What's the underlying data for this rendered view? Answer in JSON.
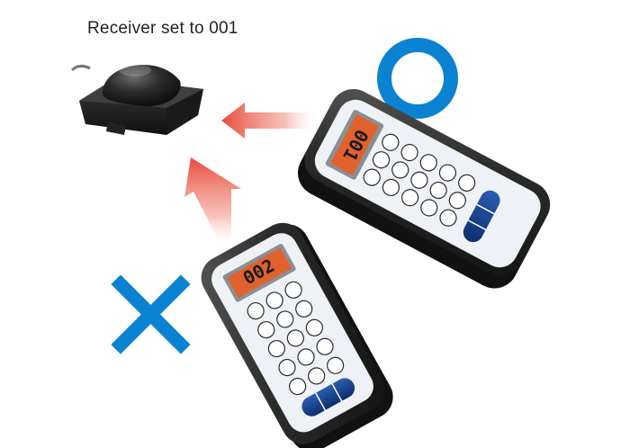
{
  "diagram": {
    "title": "Receiver set to 001",
    "receiver": {
      "icon": "receiver-dome-icon"
    },
    "transmitter_match": {
      "display_code": "001",
      "result_icon": "circle-ok-icon",
      "result_color": "#0a82d2"
    },
    "transmitter_mismatch": {
      "display_code": "002",
      "result_icon": "cross-ng-icon",
      "result_color": "#0a82d2"
    },
    "colors": {
      "arrow": "#e84a3a",
      "display": "#e1612c",
      "housing": "#2a2a2a",
      "keypad": "#eef2f7",
      "button_accent": "#123c82"
    }
  }
}
